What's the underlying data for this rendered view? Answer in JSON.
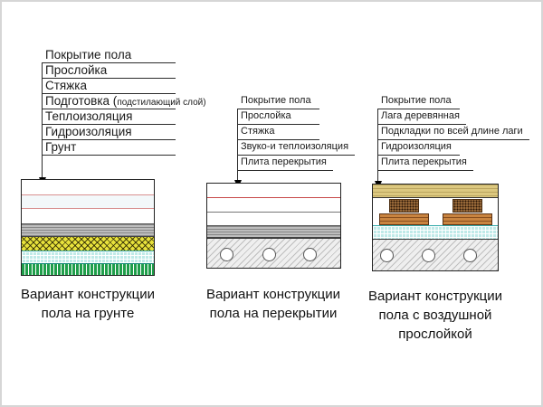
{
  "colors": {
    "line": "#2b2b2b",
    "red_line": "#c84848",
    "pink_line": "#d89090",
    "gray_layer": "#bdbdbd",
    "yellow_insulation": "#e8e23c",
    "cyan_waterproofing": "#bfeae8",
    "green_soil": "#1f9e4a",
    "slab_fill": "#efefef",
    "tan_covering": "#dcc87f",
    "joist_brown": "#9a6a3a",
    "pad_wood": "#c98440"
  },
  "diagrams": [
    {
      "name": "floor-on-ground",
      "labels": [
        {
          "text": "Покрытие пола"
        },
        {
          "text": "Прослойка"
        },
        {
          "text": "Стяжка"
        },
        {
          "text": "Подготовка (",
          "small": "подстилающий слой)"
        },
        {
          "text": "Теплоизоляция"
        },
        {
          "text": "Гидроизоляция"
        },
        {
          "text": "Грунт"
        }
      ],
      "caption": "Вариант конструкции\nпола на грунте"
    },
    {
      "name": "floor-on-slab",
      "labels": [
        {
          "text": "Покрытие пола"
        },
        {
          "text": "Прослойка"
        },
        {
          "text": "Стяжка"
        },
        {
          "text": "Звуко-и теплоизоляция"
        },
        {
          "text": "Плита перекрытия"
        }
      ],
      "caption": "Вариант конструкции\nпола на перекрытии"
    },
    {
      "name": "floor-with-air-gap",
      "labels": [
        {
          "text": "Покрытие пола"
        },
        {
          "text": "Лага деревянная"
        },
        {
          "text": "Подкладки по всей длине лаги"
        },
        {
          "text": "Гидроизоляция"
        },
        {
          "text": "Плита перекрытия"
        }
      ],
      "caption": "Вариант конструкции\nпола с воздушной\nпрослойкой"
    }
  ]
}
